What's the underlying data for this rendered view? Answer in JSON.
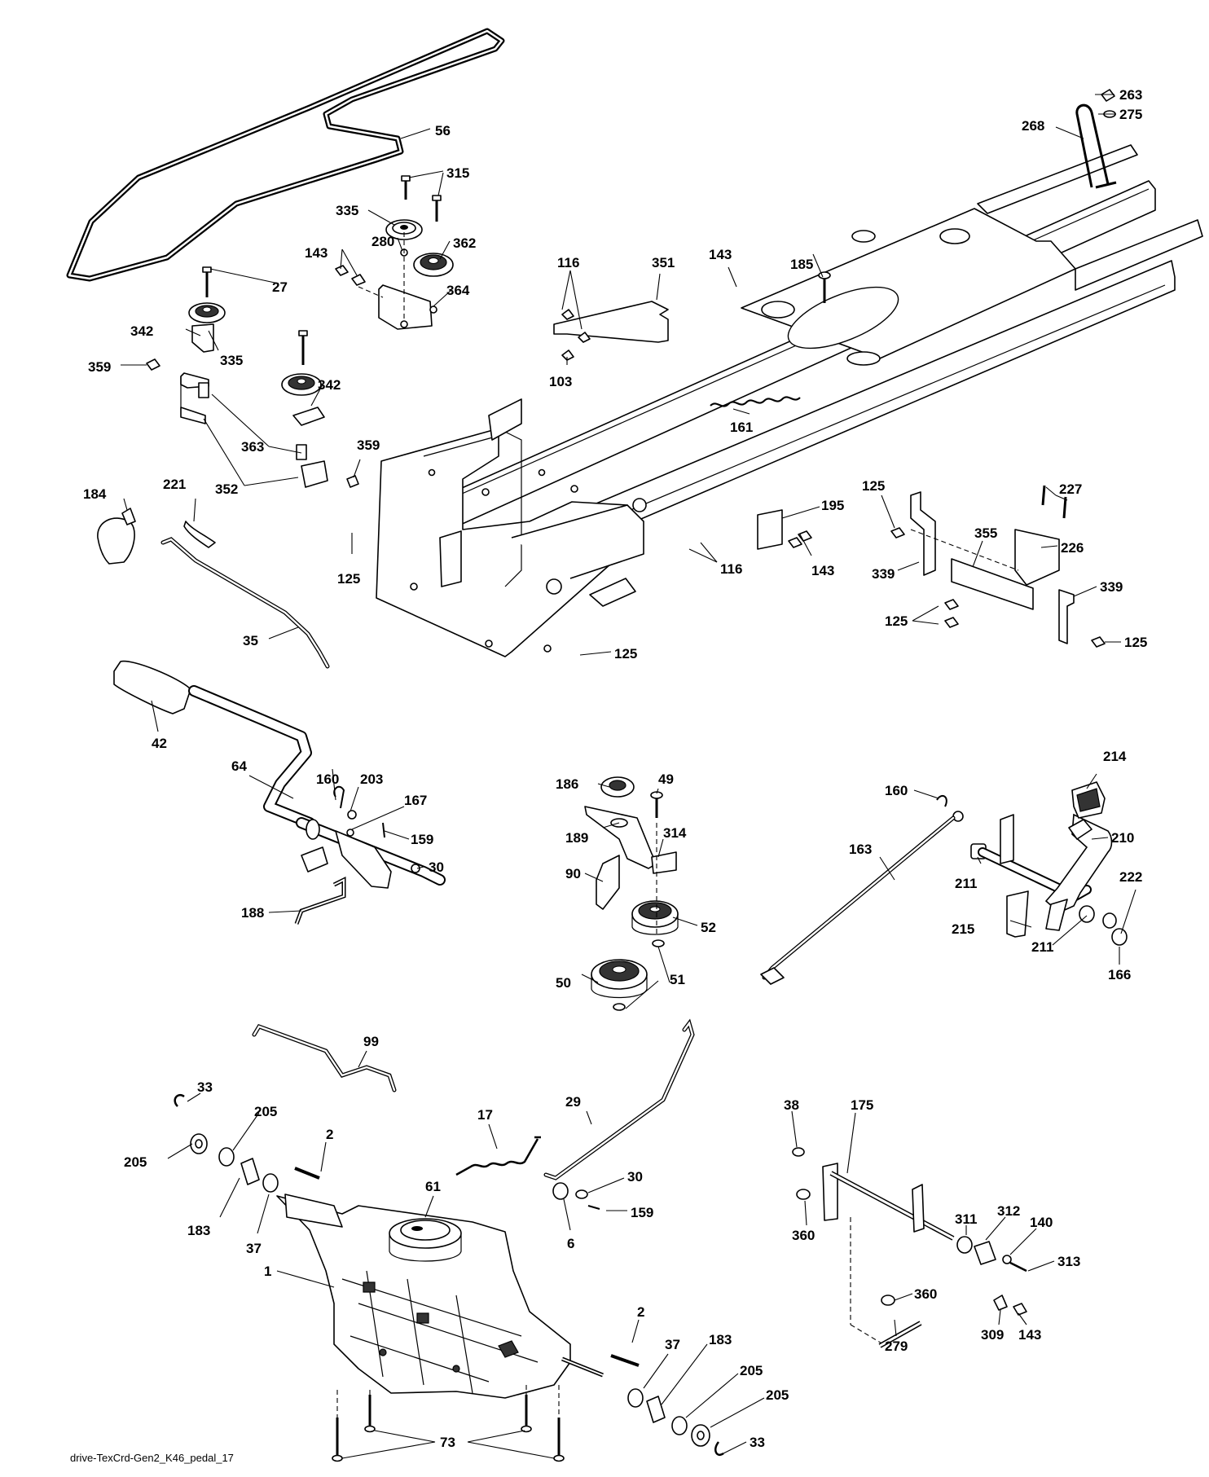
{
  "diagram": {
    "caption": "drive-TexCrd-Gen2_K46_pedal_17",
    "callouts": [
      {
        "id": "56",
        "text": "56"
      },
      {
        "id": "315",
        "text": "315"
      },
      {
        "id": "335a",
        "text": "335"
      },
      {
        "id": "280",
        "text": "280"
      },
      {
        "id": "362",
        "text": "362"
      },
      {
        "id": "143a",
        "text": "143"
      },
      {
        "id": "364",
        "text": "364"
      },
      {
        "id": "27",
        "text": "27"
      },
      {
        "id": "342a",
        "text": "342"
      },
      {
        "id": "335b",
        "text": "335"
      },
      {
        "id": "359a",
        "text": "359"
      },
      {
        "id": "342b",
        "text": "342"
      },
      {
        "id": "363",
        "text": "363"
      },
      {
        "id": "359b",
        "text": "359"
      },
      {
        "id": "352",
        "text": "352"
      },
      {
        "id": "184",
        "text": "184"
      },
      {
        "id": "221",
        "text": "221"
      },
      {
        "id": "125a",
        "text": "125"
      },
      {
        "id": "35",
        "text": "35"
      },
      {
        "id": "116a",
        "text": "116"
      },
      {
        "id": "351",
        "text": "351"
      },
      {
        "id": "103",
        "text": "103"
      },
      {
        "id": "143b",
        "text": "143"
      },
      {
        "id": "185",
        "text": "185"
      },
      {
        "id": "161",
        "text": "161"
      },
      {
        "id": "263",
        "text": "263"
      },
      {
        "id": "275",
        "text": "275"
      },
      {
        "id": "268",
        "text": "268"
      },
      {
        "id": "125b",
        "text": "125"
      },
      {
        "id": "227",
        "text": "227"
      },
      {
        "id": "195",
        "text": "195"
      },
      {
        "id": "143c",
        "text": "143"
      },
      {
        "id": "116b",
        "text": "116"
      },
      {
        "id": "226",
        "text": "226"
      },
      {
        "id": "355",
        "text": "355"
      },
      {
        "id": "339a",
        "text": "339"
      },
      {
        "id": "339b",
        "text": "339"
      },
      {
        "id": "125c",
        "text": "125"
      },
      {
        "id": "125d",
        "text": "125"
      },
      {
        "id": "125e",
        "text": "125"
      },
      {
        "id": "42",
        "text": "42"
      },
      {
        "id": "64",
        "text": "64"
      },
      {
        "id": "160a",
        "text": "160"
      },
      {
        "id": "203",
        "text": "203"
      },
      {
        "id": "167",
        "text": "167"
      },
      {
        "id": "159a",
        "text": "159"
      },
      {
        "id": "30a",
        "text": "30"
      },
      {
        "id": "188",
        "text": "188"
      },
      {
        "id": "186",
        "text": "186"
      },
      {
        "id": "49",
        "text": "49"
      },
      {
        "id": "189",
        "text": "189"
      },
      {
        "id": "314",
        "text": "314"
      },
      {
        "id": "90",
        "text": "90"
      },
      {
        "id": "52",
        "text": "52"
      },
      {
        "id": "50",
        "text": "50"
      },
      {
        "id": "51",
        "text": "51"
      },
      {
        "id": "160b",
        "text": "160"
      },
      {
        "id": "214",
        "text": "214"
      },
      {
        "id": "163",
        "text": "163"
      },
      {
        "id": "210",
        "text": "210"
      },
      {
        "id": "211a",
        "text": "211"
      },
      {
        "id": "222",
        "text": "222"
      },
      {
        "id": "215",
        "text": "215"
      },
      {
        "id": "211b",
        "text": "211"
      },
      {
        "id": "166",
        "text": "166"
      },
      {
        "id": "99",
        "text": "99"
      },
      {
        "id": "33a",
        "text": "33"
      },
      {
        "id": "205a",
        "text": "205"
      },
      {
        "id": "205b",
        "text": "205"
      },
      {
        "id": "2a",
        "text": "2"
      },
      {
        "id": "17",
        "text": "17"
      },
      {
        "id": "29",
        "text": "29"
      },
      {
        "id": "61",
        "text": "61"
      },
      {
        "id": "30b",
        "text": "30"
      },
      {
        "id": "183a",
        "text": "183"
      },
      {
        "id": "37a",
        "text": "37"
      },
      {
        "id": "6",
        "text": "6"
      },
      {
        "id": "159b",
        "text": "159"
      },
      {
        "id": "1",
        "text": "1"
      },
      {
        "id": "2b",
        "text": "2"
      },
      {
        "id": "37b",
        "text": "37"
      },
      {
        "id": "183b",
        "text": "183"
      },
      {
        "id": "205c",
        "text": "205"
      },
      {
        "id": "205d",
        "text": "205"
      },
      {
        "id": "73",
        "text": "73"
      },
      {
        "id": "33b",
        "text": "33"
      },
      {
        "id": "38",
        "text": "38"
      },
      {
        "id": "175",
        "text": "175"
      },
      {
        "id": "360a",
        "text": "360"
      },
      {
        "id": "311",
        "text": "311"
      },
      {
        "id": "312",
        "text": "312"
      },
      {
        "id": "140",
        "text": "140"
      },
      {
        "id": "313",
        "text": "313"
      },
      {
        "id": "360b",
        "text": "360"
      },
      {
        "id": "279",
        "text": "279"
      },
      {
        "id": "309",
        "text": "309"
      },
      {
        "id": "143d",
        "text": "143"
      }
    ]
  }
}
